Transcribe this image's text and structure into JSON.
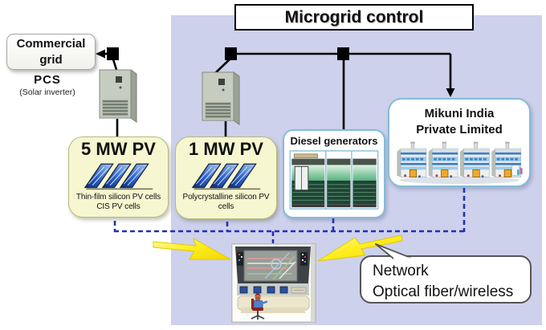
{
  "diagram": {
    "title": "Microgrid control",
    "commercial_grid": {
      "line1": "Commercial",
      "line2": "grid"
    },
    "pcs": {
      "label": "PCS",
      "sublabel": "(Solar inverter)"
    },
    "pv_5mw": {
      "title": "5 MW PV",
      "caption1": "Thin-film silicon PV cells",
      "caption2": "CIS PV cells"
    },
    "pv_1mw": {
      "title": "1 MW PV",
      "caption1": "Polycrystalline silicon PV",
      "caption2": "cells"
    },
    "diesel": {
      "title": "Diesel generators"
    },
    "mikuni": {
      "line1": "Mikuni India",
      "line2": "Private Limited"
    },
    "network": {
      "line1": "Network",
      "line2": "Optical fiber/wireless"
    }
  },
  "colors": {
    "panel_bg": "#cdd1ec",
    "dashed_network_line": "#2030b8",
    "solid_power_line": "#000000",
    "pv_box_bg": "#f6f6d0",
    "pv_box_border": "#b5ba7c",
    "device_box_border": "#85bcd8",
    "arrow_yellow": "#ffeb00",
    "title_box_border": "#000000"
  }
}
